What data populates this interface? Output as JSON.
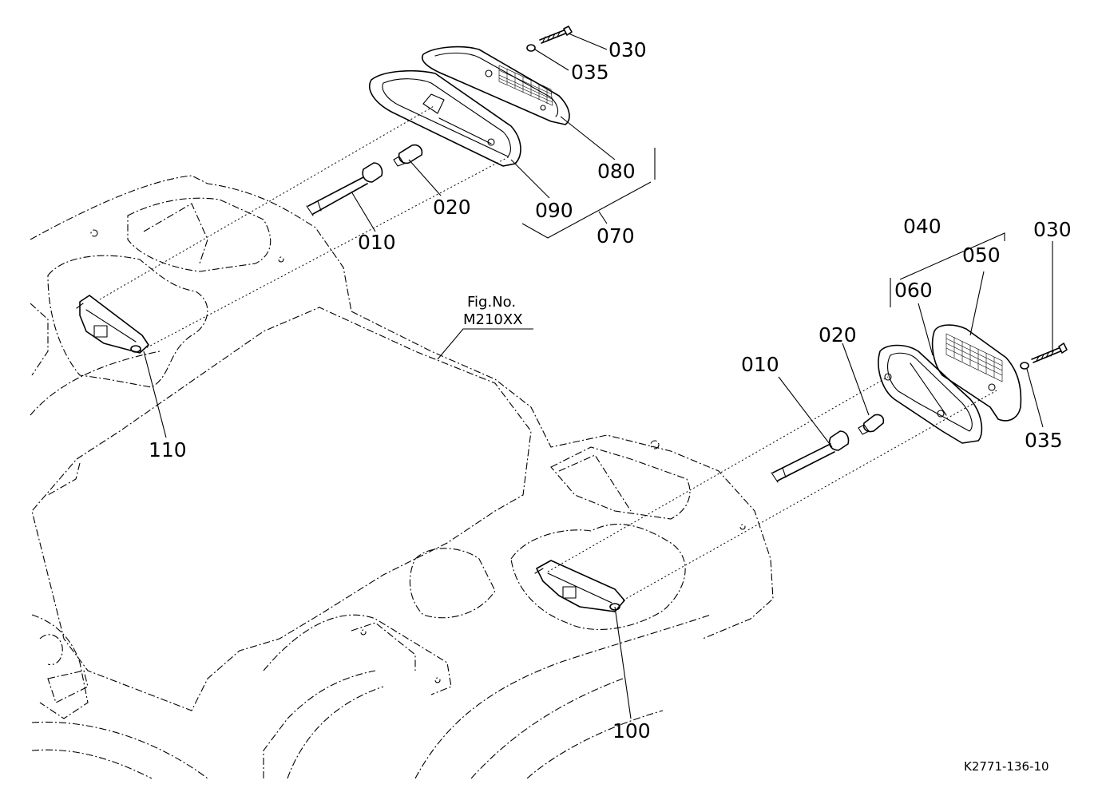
{
  "callouts": {
    "c030_top": "030",
    "c035_top": "035",
    "c080": "080",
    "c090": "090",
    "c070": "070",
    "c020_top": "020",
    "c010_top": "010",
    "c040": "040",
    "c030_right": "030",
    "c050": "050",
    "c060": "060",
    "c020_right": "020",
    "c010_right": "010",
    "c035_right": "035",
    "c110": "110",
    "c100": "100"
  },
  "figure_ref": {
    "line1": "Fig.No.",
    "line2": "M210XX"
  },
  "drawing_code": "K2771-136-10"
}
